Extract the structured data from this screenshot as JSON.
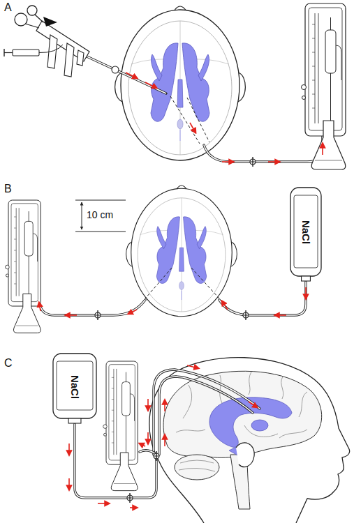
{
  "diagram": {
    "nodes": [
      {
        "text": [
          "NaCl"
        ]
      },
      {
        "text": [
          "NaCl"
        ]
      }
    ],
    "labels": [
      "A",
      "B",
      "C",
      "10 cm"
    ]
  }
}
